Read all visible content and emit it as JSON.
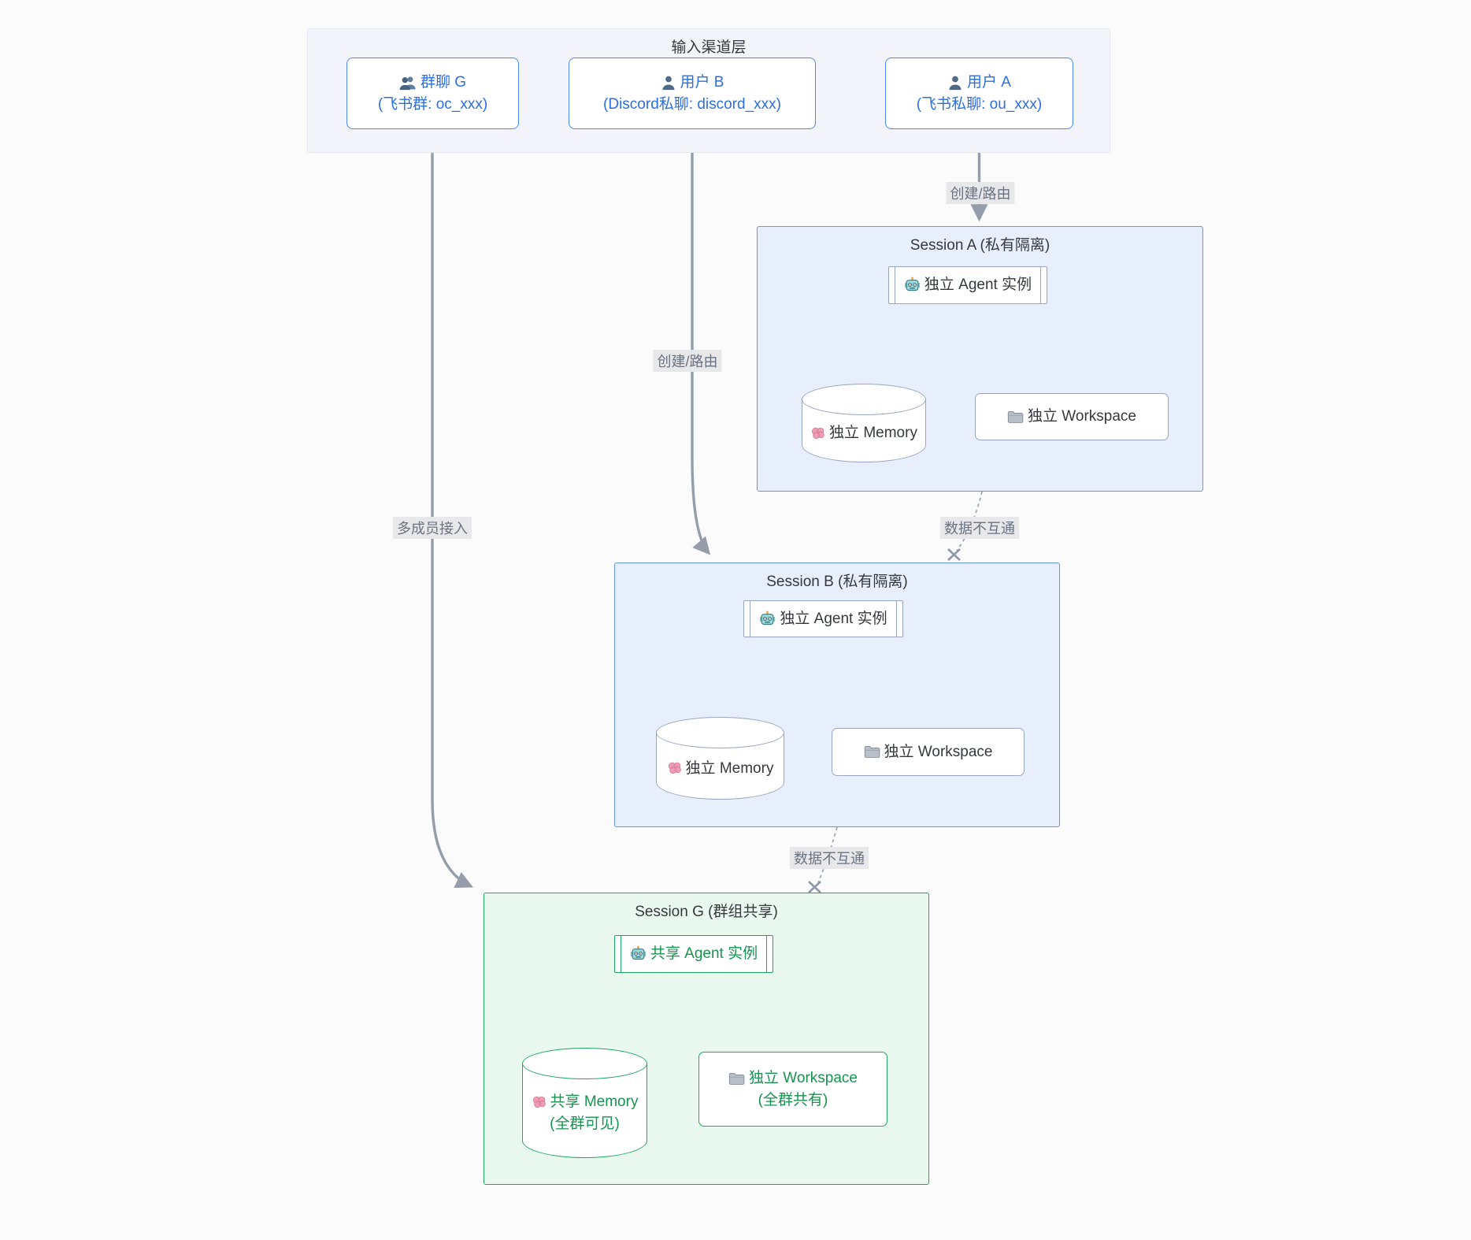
{
  "diagram": {
    "input_layer": {
      "title": "输入渠道层",
      "nodes": [
        {
          "label": "群聊 G",
          "detail": "(飞书群: oc_xxx)",
          "icon": "people-icon"
        },
        {
          "label": "用户 B",
          "detail": "(Discord私聊: discord_xxx)",
          "icon": "person-icon"
        },
        {
          "label": "用户 A",
          "detail": "(飞书私聊: ou_xxx)",
          "icon": "person-icon"
        }
      ]
    },
    "sessions": [
      {
        "title": "Session A (私有隔离)",
        "agent": "独立 Agent 实例",
        "memory": "独立 Memory",
        "workspace": "独立 Workspace",
        "theme": "blue"
      },
      {
        "title": "Session B (私有隔离)",
        "agent": "独立 Agent 实例",
        "memory": "独立 Memory",
        "workspace": "独立 Workspace",
        "theme": "blue"
      },
      {
        "title": "Session G (群组共享)",
        "agent": "共享 Agent 实例",
        "memory": "共享 Memory",
        "memory_note": "(全群可见)",
        "workspace": "独立 Workspace",
        "workspace_note": "(全群共有)",
        "theme": "green"
      }
    ],
    "edges": {
      "user_a_to_session_a": "创建/路由",
      "user_b_to_session_b": "创建/路由",
      "group_g_to_session_g": "多成员接入",
      "session_a_to_b": "数据不互通",
      "session_b_to_g": "数据不互通"
    },
    "colors": {
      "channel_border": "#4b87f2",
      "channel_text": "#2c6ee4",
      "session_blue_bg": "#e8effc",
      "session_blue_border": "#6794ee",
      "session_green_bg": "#e9f9f0",
      "session_green_border": "#1da65e",
      "green_text": "#17934f",
      "node_border": "#98a4c2",
      "arrow_gray": "#959daa",
      "edge_label_bg": "#e8e8ea",
      "edge_label_text": "#6a7381",
      "text": "#36383d"
    }
  }
}
